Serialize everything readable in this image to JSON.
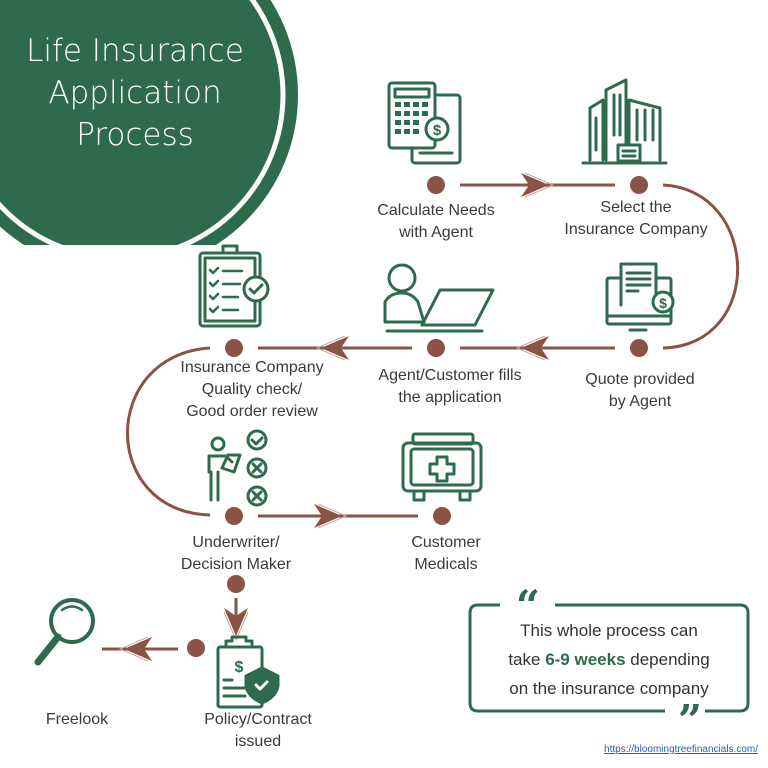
{
  "title": {
    "line1": "Life Insurance",
    "line2": "Application",
    "line3": "Process"
  },
  "colors": {
    "green": "#2e6b4c",
    "brown": "#8b5346",
    "text": "#3a3a3a"
  },
  "steps": [
    {
      "id": "calculate-needs",
      "icon": "calculator-icon",
      "line1": "Calculate Needs",
      "line2": "with Agent"
    },
    {
      "id": "select-company",
      "icon": "buildings-icon",
      "line1": "Select the",
      "line2": "Insurance Company"
    },
    {
      "id": "quote-provided",
      "icon": "monitor-quote-icon",
      "line1": "Quote provided",
      "line2": "by Agent"
    },
    {
      "id": "fills-application",
      "icon": "person-laptop-icon",
      "line1": "Agent/Customer fills",
      "line2": "the application"
    },
    {
      "id": "quality-check",
      "icon": "clipboard-check-icon",
      "line1": "Insurance Company",
      "line2": "Quality check/",
      "line3": "Good order review"
    },
    {
      "id": "underwriter",
      "icon": "underwriter-icon",
      "line1": "Underwriter/",
      "line2": "Decision Maker"
    },
    {
      "id": "customer-medicals",
      "icon": "medical-kit-icon",
      "line1": "Customer",
      "line2": "Medicals"
    },
    {
      "id": "policy-issued",
      "icon": "policy-shield-icon",
      "line1": "Policy/Contract",
      "line2": "issued"
    },
    {
      "id": "freelook",
      "icon": "magnifier-icon",
      "line1": "Freelook"
    }
  ],
  "quote": {
    "line1": "This whole process can",
    "line2_pre": "take ",
    "line2_bold": "6-9 weeks",
    "line2_post": " depending",
    "line3": "on the insurance company"
  },
  "footer": {
    "url": "https://bloomingtreefinancials.com/"
  }
}
